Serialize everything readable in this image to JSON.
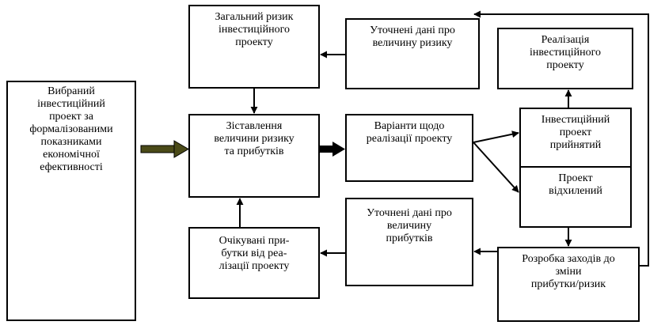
{
  "diagram": {
    "boxes": {
      "selected_project": "Вибраний\nінвестиційний\nпроект за\nформалізованими\nпоказниками\nекономічної\nефективності",
      "general_risk": "Загальний ризик\nінвестиційного\nпроекту",
      "refined_risk_data": "Уточнені дані про\nвеличину ризику",
      "implementation": "Реалізація\nінвестиційного\nпроекту",
      "comparison": "Зіставлення\nвеличини ризику\nта прибутків",
      "variants": "Варіанти щодо\nреалізації проекту",
      "accepted": "Інвестиційний\nпроект\nприйнятий",
      "rejected": "Проект\nвідхилений",
      "refined_profit_data": "Уточнені дані про\nвеличину\nприбутків",
      "expected_profit": "Очікувані при-\nбутки від реа-\nлізації проекту",
      "measures": "Розробка заходів до\nзміни\nприбутки/ризик"
    },
    "colors": {
      "line": "#000000",
      "wide_arrow_fill": "#4a4a18"
    }
  }
}
